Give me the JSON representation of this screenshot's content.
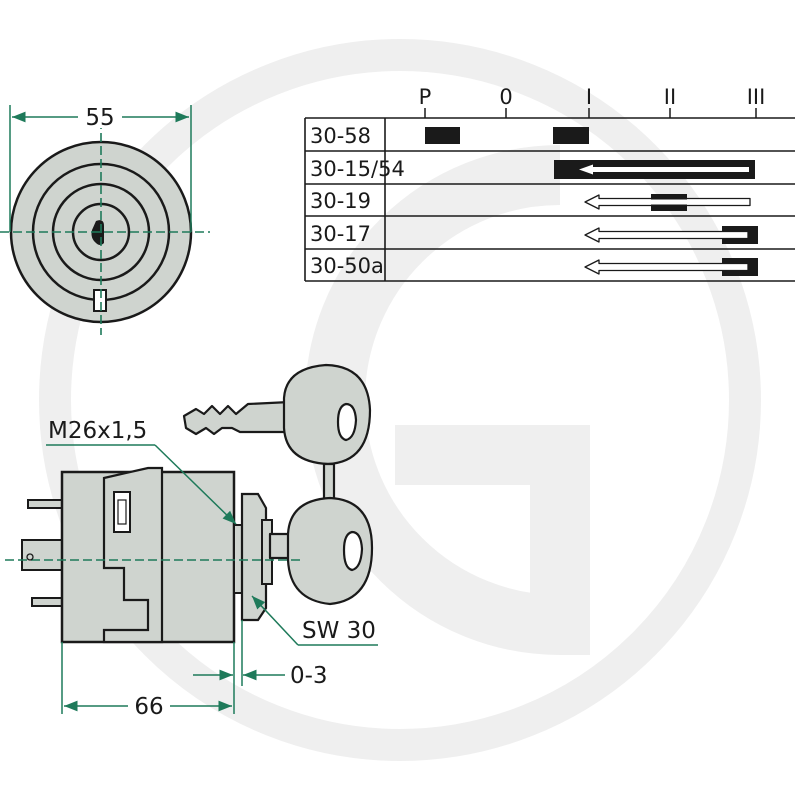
{
  "colors": {
    "body_fill": "#cfd4cf",
    "line": "#1a1a1a",
    "dimension": "#1e7a5a",
    "watermark": "#eeeeee"
  },
  "watermark": {
    "icon": "granit-g-logo-watermark"
  },
  "front_view": {
    "diameter_label": "55"
  },
  "side_view": {
    "thread_label": "M26x1,5",
    "wrench_label": "SW 30",
    "range_label": "0-3",
    "length_label": "66"
  },
  "switch_table": {
    "positions": [
      "P",
      "0",
      "I",
      "II",
      "III"
    ],
    "rows": [
      {
        "label": "30-58"
      },
      {
        "label": "30-15/54"
      },
      {
        "label": "30-19"
      },
      {
        "label": "30-17"
      },
      {
        "label": "30-50a"
      }
    ]
  }
}
